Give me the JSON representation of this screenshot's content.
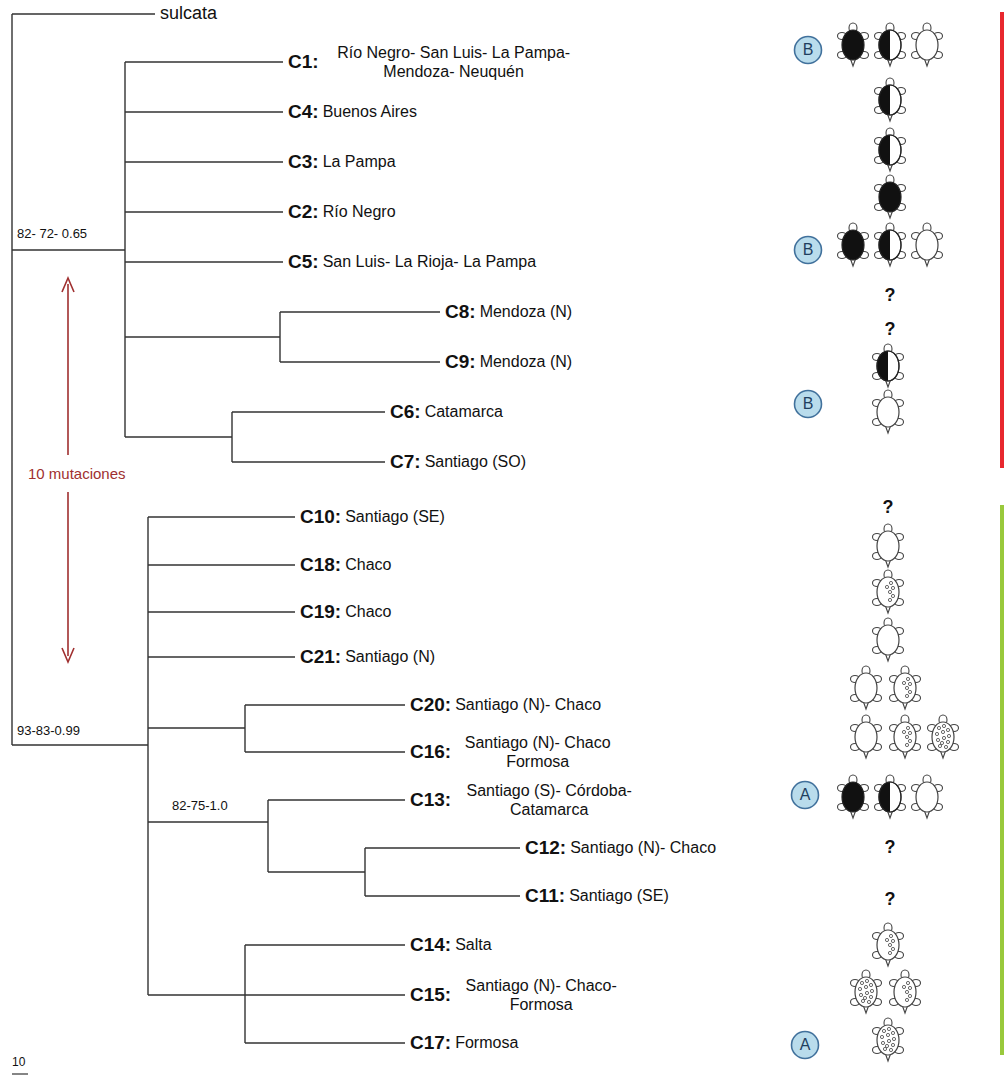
{
  "diagram": {
    "nodes": [
      {
        "text": [
          "B"
        ]
      },
      {
        "text": [
          "B"
        ]
      },
      {
        "text": [
          "B"
        ]
      },
      {
        "text": [
          "A"
        ]
      },
      {
        "text": [
          "A"
        ]
      }
    ],
    "labels": [
      "sulcata",
      "C1:",
      "Río Negro- San Luis- La Pampa- Mendoza- Neuquén",
      "C4:",
      "Buenos Aires",
      "C3:",
      "La Pampa",
      "C2:",
      "Río Negro",
      "82- 72- 0.65",
      "C5:",
      "San Luis- La Rioja- La Pampa",
      "C8:",
      "Mendoza (N)",
      "C9:",
      "Mendoza (N)",
      "C6:",
      "Catamarca",
      "C7:",
      "Santiago (SO)",
      "10 mutaciones",
      "C10:",
      "Santiago (SE)",
      "C18:",
      "Chaco",
      "C19:",
      "Chaco",
      "C21:",
      "Santiago (N)",
      "C20:",
      "Santiago (N)- Chaco",
      "93-83-0.99",
      "C16:",
      "Santiago (N)- Chaco Formosa",
      "82-75-1.0",
      "C13:",
      "Santiago (S)- Córdoba- Catamarca",
      "C12:",
      "Santiago (N)- Chaco",
      "C11:",
      "Santiago (SE)",
      "C14:",
      "Salta",
      "C15:",
      "Santiago (N)- Chaco- Formosa",
      "C17:",
      "Formosa",
      "10",
      "?",
      "?",
      "?",
      "?",
      "?"
    ]
  }
}
